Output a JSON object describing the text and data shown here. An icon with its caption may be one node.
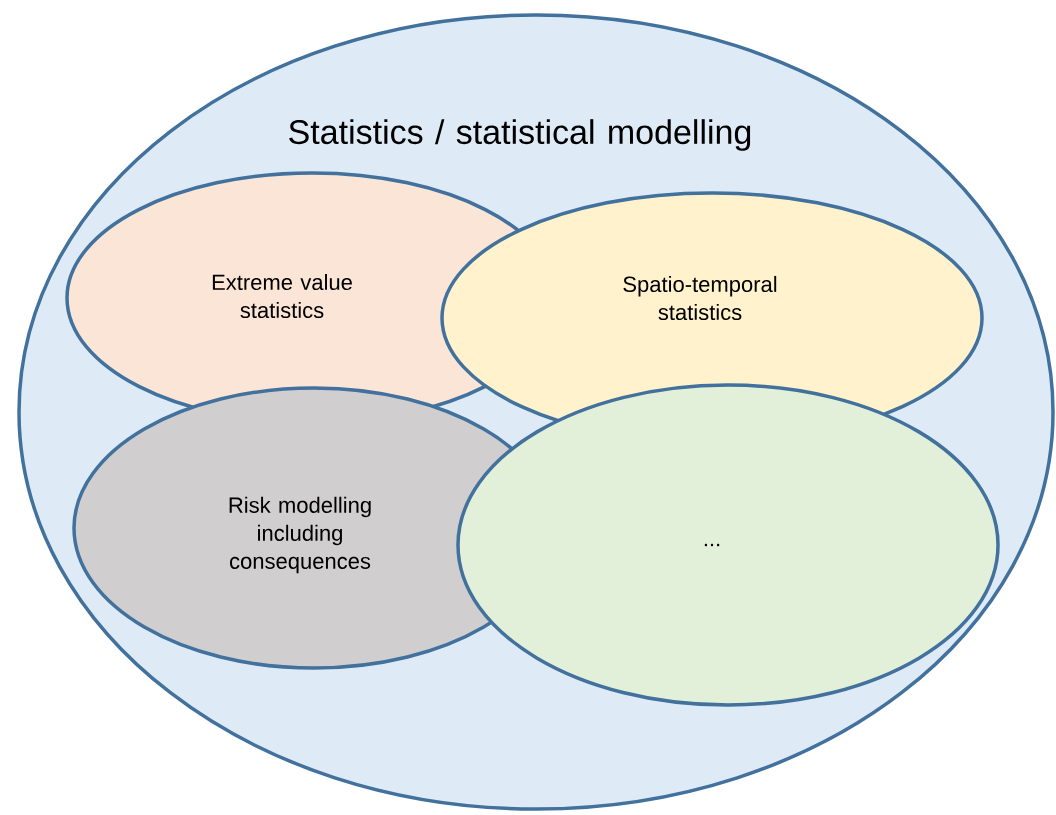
{
  "diagram": {
    "nodes": [
      {
        "text": [
          "Statistics / statistical modelling"
        ]
      },
      {
        "text": [
          "Extreme value statistics"
        ],
        "in": 0
      },
      {
        "text": [
          "Spatio-temporal statistics"
        ],
        "in": 0
      },
      {
        "text": [
          "Risk modelling including consequences"
        ],
        "in": 0
      },
      {
        "text": [
          "..."
        ],
        "in": 0
      }
    ]
  }
}
